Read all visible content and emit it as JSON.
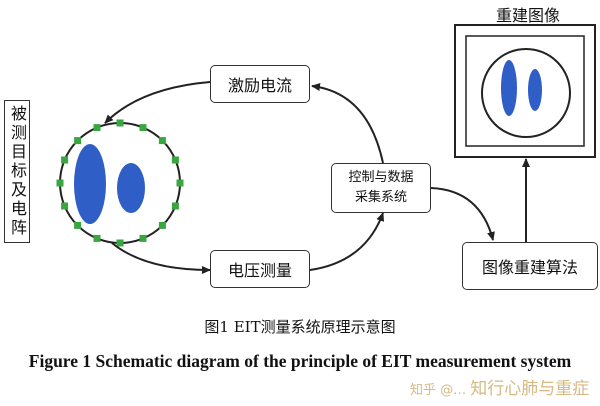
{
  "diagram": {
    "left_label": "被测目标及电阵",
    "top_right_label": "重建图像",
    "boxes": {
      "excitation": "激励电流",
      "measurement": "电压测量",
      "control_line1": "控制与数据",
      "control_line2": "采集系统",
      "reconstruction": "图像重建算法"
    },
    "colors": {
      "ellipse_fill": "#2f5fc6",
      "electrode": "#3aa640",
      "stroke": "#222222"
    }
  },
  "caption": {
    "cn": "图1  EIT测量系统原理示意图",
    "en": "Figure 1 Schematic diagram of the principle of EIT measurement system"
  },
  "watermark": {
    "line1": "知乎 @…",
    "line2": "知行心肺与重症"
  }
}
